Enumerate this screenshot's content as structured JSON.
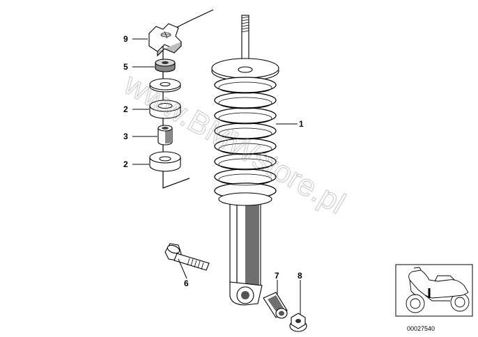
{
  "callouts": {
    "c9": "9",
    "c5": "5",
    "c2a": "2",
    "c3": "3",
    "c2b": "2",
    "c1": "1",
    "c6": "6",
    "c7": "7",
    "c8": "8"
  },
  "watermark": "www.BMWstore.pl",
  "reference_number": "00027540",
  "colors": {
    "line": "#000000",
    "part_fill": "#ffffff",
    "shade": "#7a7a7a",
    "watermark": "#9a9a9a"
  }
}
